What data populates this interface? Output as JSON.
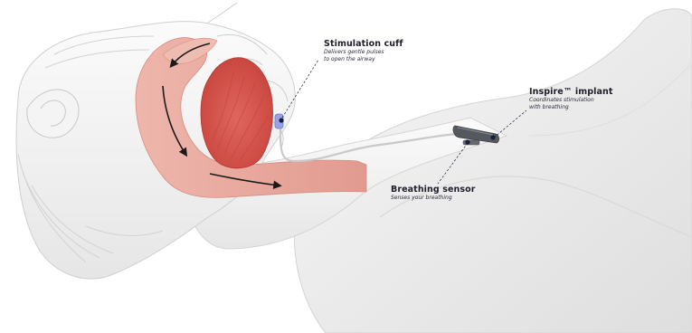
{
  "callouts": {
    "stimulation_cuff": {
      "title": "Stimulation cuff",
      "desc_line1": "Delivers gentle pulses",
      "desc_line2": "to open the airway"
    },
    "implant": {
      "title": "Inspire™ implant",
      "desc_line1": "Coordinates stimulation",
      "desc_line2": "with breathing"
    },
    "breathing_sensor": {
      "title": "Breathing sensor",
      "desc_line1": "Senses your breathing"
    }
  },
  "colors": {
    "body": "#f1f1f1",
    "body_stroke": "#d6d6d6",
    "airway": "#e9a79c",
    "tongue": "#d9574f",
    "lead_wire": "#cfcfcf",
    "cuff": "#9aa2e6",
    "device": "#55585e",
    "marker": "#1b1f3b",
    "arrow": "#1a1a1a"
  },
  "icons": {
    "flow_arrows": "airflow-arrow",
    "marker": "callout-dot"
  }
}
